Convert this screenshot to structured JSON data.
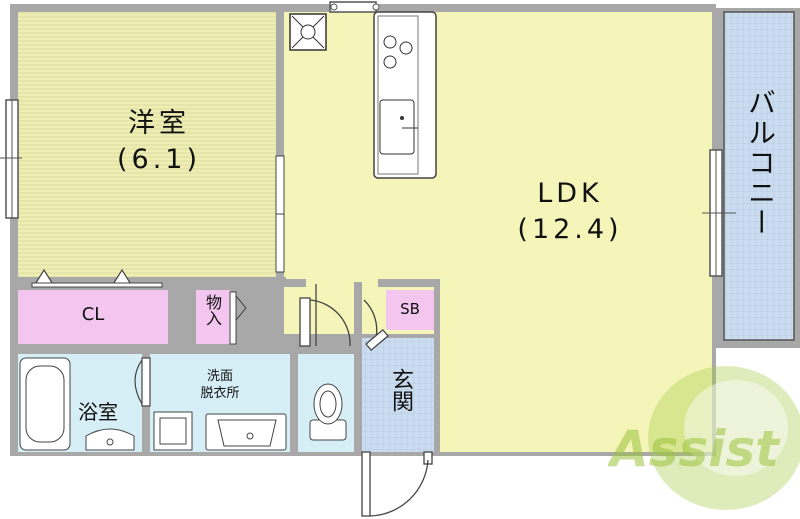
{
  "rooms": {
    "western_room": {
      "name": "洋室",
      "size": "(6.1)"
    },
    "ldk": {
      "name": "LDK",
      "size": "(12.4)"
    },
    "balcony": {
      "name": "バルコニー"
    },
    "closet": {
      "name": "CL"
    },
    "storage": {
      "name": "物入"
    },
    "shoe_box": {
      "name": "SB"
    },
    "bathroom": {
      "name": "浴室"
    },
    "washroom": {
      "line1": "洗面",
      "line2": "脱衣所"
    },
    "entrance": {
      "name": "玄関"
    }
  },
  "logo": {
    "text": "Assist"
  },
  "colors": {
    "western_room": "#efefb4",
    "ldk": "#f5f5b9",
    "balcony": "#c9ddf2",
    "closet": "#f2c6ee",
    "entrance": "#c9ddf2",
    "wet_area": "#d3edf4",
    "wall": "#8c8c8c",
    "logo": "#a8cc50"
  }
}
